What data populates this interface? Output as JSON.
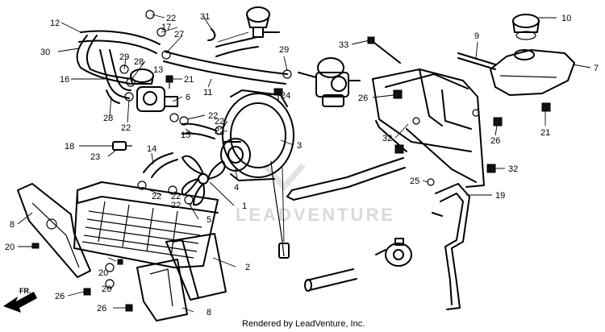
{
  "diagram": {
    "watermark": "LEADVENTURE",
    "direction_marker": "FR.",
    "credit": "Rendered by LeadVenture, Inc.",
    "callouts": [
      {
        "id": "c-12",
        "text": "12"
      },
      {
        "id": "c-22a",
        "text": "22"
      },
      {
        "id": "c-31",
        "text": "31"
      },
      {
        "id": "c-17",
        "text": "17"
      },
      {
        "id": "c-27",
        "text": "27"
      },
      {
        "id": "c-30",
        "text": "30"
      },
      {
        "id": "c-29a",
        "text": "29"
      },
      {
        "id": "c-28a",
        "text": "28"
      },
      {
        "id": "c-13",
        "text": "13"
      },
      {
        "id": "c-16",
        "text": "16"
      },
      {
        "id": "c-21a",
        "text": "21"
      },
      {
        "id": "c-11",
        "text": "11"
      },
      {
        "id": "c-29b",
        "text": "29"
      },
      {
        "id": "c-6",
        "text": "6"
      },
      {
        "id": "c-28b",
        "text": "28"
      },
      {
        "id": "c-22b",
        "text": "22"
      },
      {
        "id": "c-22c",
        "text": "22"
      },
      {
        "id": "c-24",
        "text": "24"
      },
      {
        "id": "c-22d",
        "text": "22"
      },
      {
        "id": "c-15",
        "text": "15"
      },
      {
        "id": "c-22e",
        "text": "22"
      },
      {
        "id": "c-3",
        "text": "3"
      },
      {
        "id": "c-18",
        "text": "18"
      },
      {
        "id": "c-23",
        "text": "23"
      },
      {
        "id": "c-14",
        "text": "14"
      },
      {
        "id": "c-22f",
        "text": "22"
      },
      {
        "id": "c-4",
        "text": "4"
      },
      {
        "id": "c-22g",
        "text": "22"
      },
      {
        "id": "c-22h",
        "text": "22"
      },
      {
        "id": "c-1",
        "text": "1"
      },
      {
        "id": "c-5",
        "text": "5"
      },
      {
        "id": "c-8a",
        "text": "8"
      },
      {
        "id": "c-20a",
        "text": "20"
      },
      {
        "id": "c-2",
        "text": "2"
      },
      {
        "id": "c-20b",
        "text": "20"
      },
      {
        "id": "c-26a",
        "text": "26"
      },
      {
        "id": "c-26b",
        "text": "26"
      },
      {
        "id": "c-26c",
        "text": "26"
      },
      {
        "id": "c-8b",
        "text": "8"
      },
      {
        "id": "c-33",
        "text": "33"
      },
      {
        "id": "c-26d",
        "text": "26"
      },
      {
        "id": "c-32a",
        "text": "32"
      },
      {
        "id": "c-9",
        "text": "9"
      },
      {
        "id": "c-10",
        "text": "10"
      },
      {
        "id": "c-7",
        "text": "7"
      },
      {
        "id": "c-21b",
        "text": "21"
      },
      {
        "id": "c-26e",
        "text": "26"
      },
      {
        "id": "c-32b",
        "text": "32"
      },
      {
        "id": "c-25",
        "text": "25"
      },
      {
        "id": "c-19",
        "text": "19"
      }
    ]
  }
}
